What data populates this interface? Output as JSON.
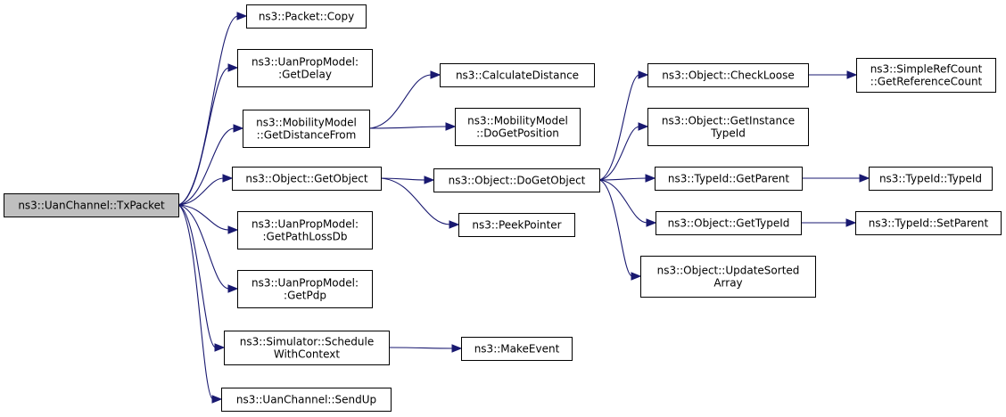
{
  "colors": {
    "root_fill": "#bfbfbf",
    "node_fill": "#ffffff",
    "border": "#000000",
    "edge": "#191970"
  },
  "nodes": [
    {
      "id": "txpacket",
      "lines": [
        "ns3::UanChannel::TxPacket"
      ]
    },
    {
      "id": "packet-copy",
      "lines": [
        "ns3::Packet::Copy"
      ]
    },
    {
      "id": "getdelay",
      "lines": [
        "ns3::UanPropModel:",
        ":GetDelay"
      ]
    },
    {
      "id": "getdistancefrom",
      "lines": [
        "ns3::MobilityModel",
        "::GetDistanceFrom"
      ]
    },
    {
      "id": "getobject",
      "lines": [
        "ns3::Object::GetObject"
      ]
    },
    {
      "id": "getpathlossdb",
      "lines": [
        "ns3::UanPropModel:",
        ":GetPathLossDb"
      ]
    },
    {
      "id": "getpdp",
      "lines": [
        "ns3::UanPropModel:",
        ":GetPdp"
      ]
    },
    {
      "id": "schedulewithcontext",
      "lines": [
        "ns3::Simulator::Schedule",
        "WithContext"
      ]
    },
    {
      "id": "sendup",
      "lines": [
        "ns3::UanChannel::SendUp"
      ]
    },
    {
      "id": "calculatedistance",
      "lines": [
        "ns3::CalculateDistance"
      ]
    },
    {
      "id": "dogetposition",
      "lines": [
        "ns3::MobilityModel",
        "::DoGetPosition"
      ]
    },
    {
      "id": "dogetobject",
      "lines": [
        "ns3::Object::DoGetObject"
      ]
    },
    {
      "id": "peekpointer",
      "lines": [
        "ns3::PeekPointer"
      ]
    },
    {
      "id": "makeevent",
      "lines": [
        "ns3::MakeEvent"
      ]
    },
    {
      "id": "checkloose",
      "lines": [
        "ns3::Object::CheckLoose"
      ]
    },
    {
      "id": "getinstancetypeid",
      "lines": [
        "ns3::Object::GetInstance",
        "TypeId"
      ]
    },
    {
      "id": "getparent",
      "lines": [
        "ns3::TypeId::GetParent"
      ]
    },
    {
      "id": "gettypeid",
      "lines": [
        "ns3::Object::GetTypeId"
      ]
    },
    {
      "id": "updatesortedarray",
      "lines": [
        "ns3::Object::UpdateSorted",
        "Array"
      ]
    },
    {
      "id": "getreferencecount",
      "lines": [
        "ns3::SimpleRefCount",
        "::GetReferenceCount"
      ]
    },
    {
      "id": "typeid",
      "lines": [
        "ns3::TypeId::TypeId"
      ]
    },
    {
      "id": "setparent",
      "lines": [
        "ns3::TypeId::SetParent"
      ]
    }
  ],
  "edges": [
    {
      "from": "txpacket",
      "to": "packet-copy"
    },
    {
      "from": "txpacket",
      "to": "getdelay"
    },
    {
      "from": "txpacket",
      "to": "getdistancefrom"
    },
    {
      "from": "txpacket",
      "to": "getobject"
    },
    {
      "from": "txpacket",
      "to": "getpathlossdb"
    },
    {
      "from": "txpacket",
      "to": "getpdp"
    },
    {
      "from": "txpacket",
      "to": "schedulewithcontext"
    },
    {
      "from": "txpacket",
      "to": "sendup"
    },
    {
      "from": "getdistancefrom",
      "to": "calculatedistance"
    },
    {
      "from": "getdistancefrom",
      "to": "dogetposition"
    },
    {
      "from": "getobject",
      "to": "dogetobject"
    },
    {
      "from": "getobject",
      "to": "peekpointer"
    },
    {
      "from": "schedulewithcontext",
      "to": "makeevent"
    },
    {
      "from": "dogetobject",
      "to": "checkloose"
    },
    {
      "from": "dogetobject",
      "to": "getinstancetypeid"
    },
    {
      "from": "dogetobject",
      "to": "getparent"
    },
    {
      "from": "dogetobject",
      "to": "gettypeid"
    },
    {
      "from": "dogetobject",
      "to": "updatesortedarray"
    },
    {
      "from": "checkloose",
      "to": "getreferencecount"
    },
    {
      "from": "getparent",
      "to": "typeid"
    },
    {
      "from": "gettypeid",
      "to": "setparent"
    }
  ]
}
